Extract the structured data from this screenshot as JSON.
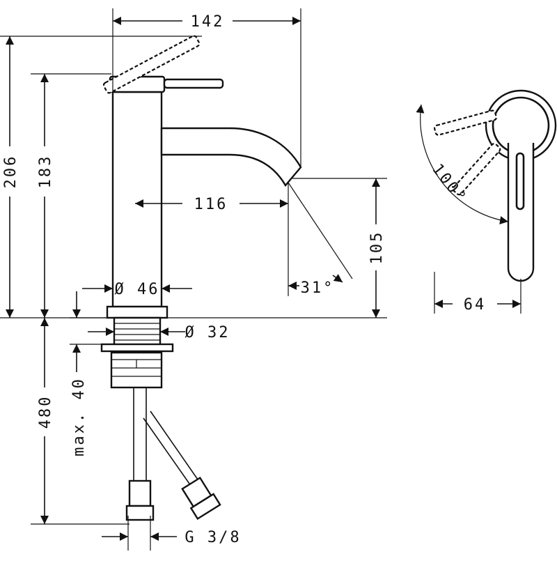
{
  "dimensions": {
    "overall_width": "142",
    "total_height": "206",
    "spout_height": "183",
    "spout_reach": "116",
    "spout_outlet_height": "105",
    "jet_angle": "31°",
    "body_diameter": "Ø 46",
    "thread_diameter": "Ø 32",
    "hose_length": "480",
    "max_counter_thickness": "max. 40",
    "connection_thread": "G 3/8",
    "lever_angle": "100°",
    "side_width": "64"
  }
}
